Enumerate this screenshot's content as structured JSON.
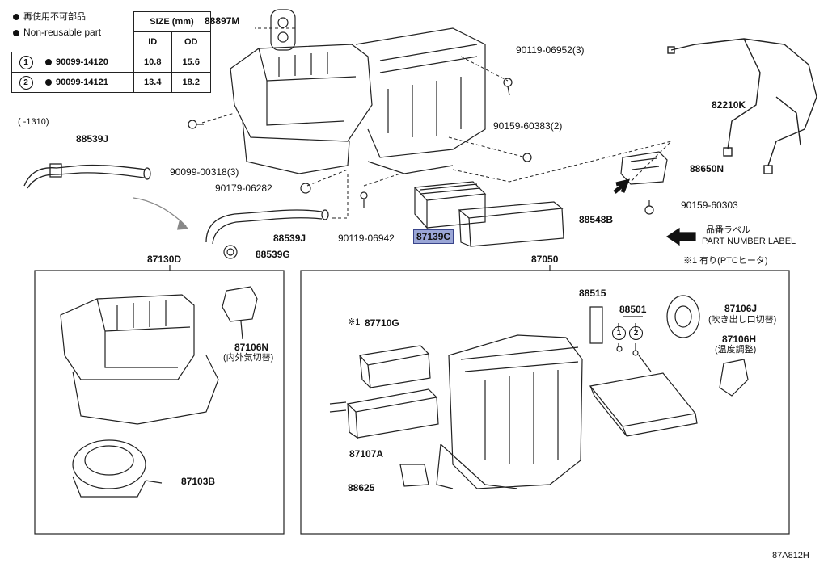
{
  "legend": {
    "jp": "再使用不可部品",
    "en": "Non-reusable part"
  },
  "size_table": {
    "header": "SIZE (mm)",
    "cols": [
      "ID",
      "OD"
    ],
    "rows": [
      {
        "index": "1",
        "part": "90099-14120",
        "id": "10.8",
        "od": "15.6"
      },
      {
        "index": "2",
        "part": "90099-14121",
        "id": "13.4",
        "od": "18.2"
      }
    ]
  },
  "parts": {
    "p88897M": "88897M",
    "p90119_06952": "90119-06952(3)",
    "p90159_60383": "90159-60383(2)",
    "p82210K": "82210K",
    "p88650N": "88650N",
    "p90159_60303": "90159-60303",
    "p88548B": "88548B",
    "p87139C": "87139C",
    "p90119_06942": "90119-06942",
    "p88539J_a": "88539J",
    "p88539J_b": "88539J",
    "p88539G": "88539G",
    "p90179_06282": "90179-06282",
    "p90099_00318": "90099-00318(3)",
    "p87130D": "87130D",
    "p87050": "87050",
    "p87106N": "87106N",
    "p87106N_note": "(内外気切替)",
    "p87103B": "87103B",
    "p87710G": "87710G",
    "p87710G_mark": "※1",
    "p87107A": "87107A",
    "p88625": "88625",
    "p88515": "88515",
    "p88501": "88501",
    "p87106J": "87106J",
    "p87106J_note": "(吹き出し口切替)",
    "p87106H": "87106H",
    "p87106H_note": "(温度調整)"
  },
  "notes": {
    "range": "(      -1310)",
    "ptc": "※1 有り(PTCヒータ)",
    "label_jp": "品番ラベル",
    "label_en": "PART NUMBER LABEL",
    "figure_id": "87A812H",
    "circle1": "1",
    "circle2": "2"
  }
}
